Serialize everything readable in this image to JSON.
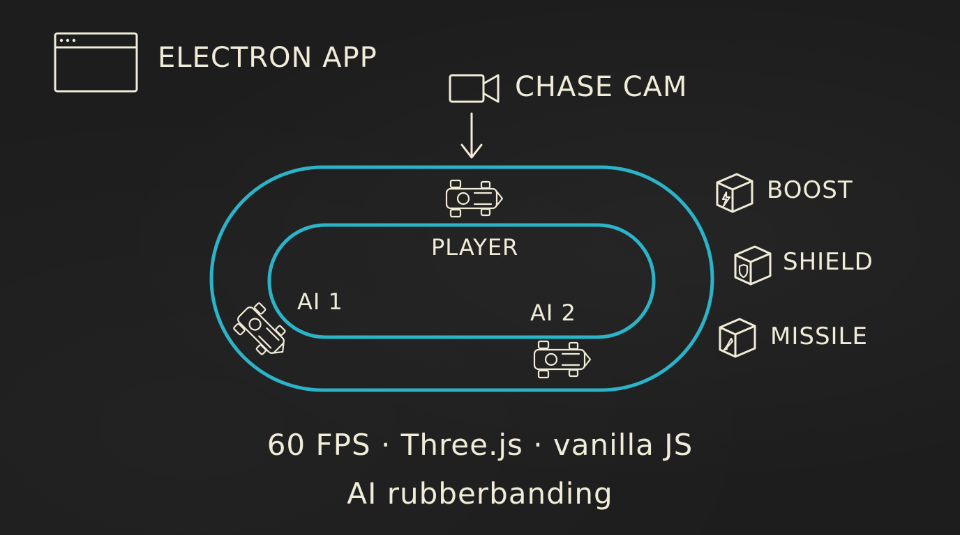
{
  "header": {
    "app_label": "ELECTRON APP",
    "app_icon": "window-icon"
  },
  "camera": {
    "label": "CHASE CAM",
    "icon": "video-camera-icon",
    "arrow_icon": "arrow-down-icon"
  },
  "track": {
    "color": "#2bb3c8",
    "labels": {
      "player": "PLAYER",
      "ai1": "AI 1",
      "ai2": "AI 2"
    },
    "karts": [
      "player",
      "ai1",
      "ai2"
    ],
    "kart_icon": "go-kart-icon"
  },
  "powerups": [
    {
      "label": "BOOST",
      "icon": "lightning-crate-icon"
    },
    {
      "label": "SHIELD",
      "icon": "shield-crate-icon"
    },
    {
      "label": "MISSILE",
      "icon": "rocket-crate-icon"
    }
  ],
  "footer": {
    "line1": "60 FPS · Three.js · vanilla JS",
    "line2": "AI rubberbanding"
  },
  "colors": {
    "background": "#1d1d1d",
    "chalk": "#f1ecd8",
    "track": "#2bb3c8"
  }
}
